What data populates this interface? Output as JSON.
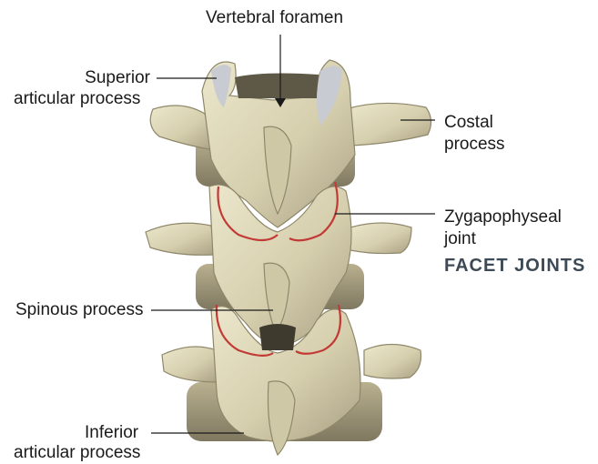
{
  "labels": {
    "vertebral_foramen": "Vertebral foramen",
    "superior_articular_1": "Superior",
    "superior_articular_2": "articular process",
    "costal_1": "Costal",
    "costal_2": "process",
    "zygapophyseal_1": "Zygapophyseal",
    "zygapophyseal_2": "joint",
    "spinous": "Spinous process",
    "inferior_1": "Inferior",
    "inferior_2": "articular process"
  },
  "heading": "FACET JOINTS",
  "colors": {
    "heading": "#3d4a55",
    "bone": "#d9d3b4",
    "bone_shadow": "#8f876a",
    "cartilage": "#c23a35",
    "leader": "#1a1a1a"
  }
}
